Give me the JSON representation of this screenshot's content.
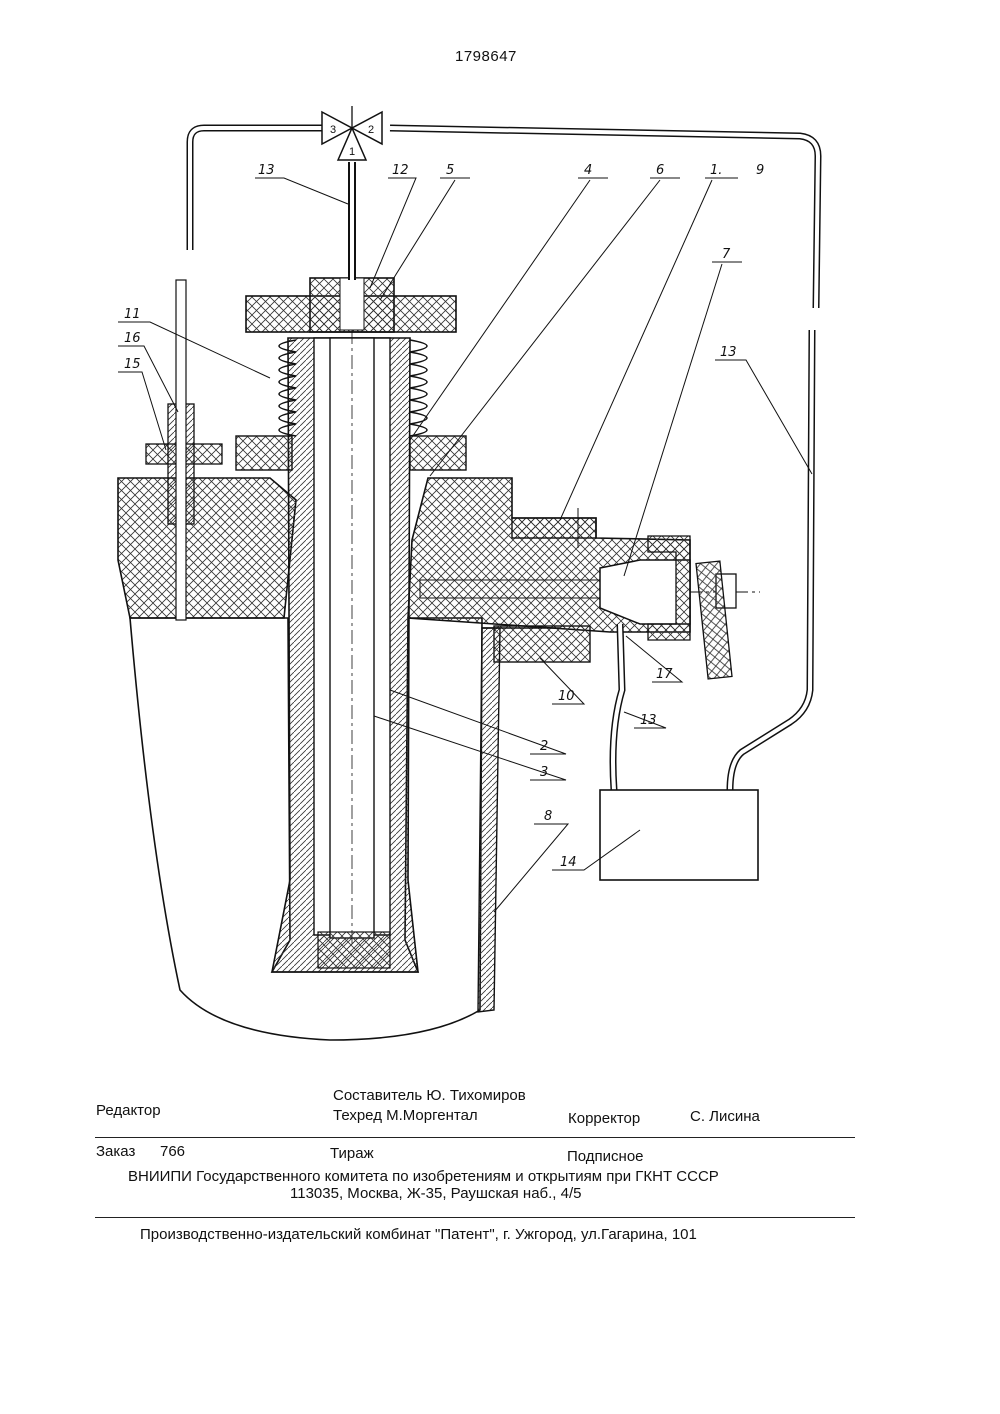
{
  "header": {
    "patent_number": "1798647"
  },
  "figure": {
    "valve_ports": [
      "3",
      "2",
      "1"
    ],
    "labels": {
      "l13a": "13",
      "l12": "12",
      "l5": "5",
      "l4": "4",
      "l6": "6",
      "l1": "1.",
      "l9": "9",
      "l7": "7",
      "l11": "11",
      "l16": "16",
      "l15": "15",
      "l13b": "13",
      "l17": "17",
      "l13c": "13",
      "l10": "10",
      "l2": "2",
      "l3": "3",
      "l8": "8",
      "l14": "14"
    }
  },
  "colophon": {
    "editor": "Редактор",
    "compiler": "Составитель Ю. Тихомиров",
    "techred": "Техред М.Моргентал",
    "corrector": "Корректор",
    "corrector_name": "С. Лисина",
    "order": "Заказ",
    "order_number": "766",
    "circulation": "Тираж",
    "subscription": "Подписное",
    "org": "ВНИИПИ Государственного комитета по изобретениям и открытиям при ГКНТ СССР",
    "address": "113035, Москва, Ж-35, Раушская наб., 4/5",
    "publisher": "Производственно-издательский комбинат \"Патент\", г. Ужгород, ул.Гагарина, 101"
  }
}
